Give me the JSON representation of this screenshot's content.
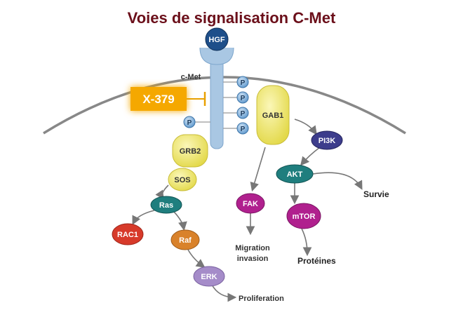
{
  "title": "Voies de signalisation C-Met",
  "receptor": {
    "ligand": "HGF",
    "name": "c-Met",
    "phospho": "P"
  },
  "inhibitor": "X-379",
  "nodes": {
    "gab1": "GAB1",
    "pi3k": "PI3K",
    "akt": "AKT",
    "mtor": "mTOR",
    "fak": "FAK",
    "grb2": "GRB2",
    "sos": "SOS",
    "ras": "Ras",
    "rac1": "RAC1",
    "raf": "Raf",
    "erk": "ERK"
  },
  "outcomes": {
    "survie": "Survie",
    "proteines": "Protéines",
    "migration_1": "Migration",
    "migration_2": "invasion",
    "proliferation": "Proliferation"
  },
  "colors": {
    "title": "#6b0f1a",
    "receptor": "#a9c7e3",
    "phospho": "#6fa8dc",
    "inhibitor": "#f5a800",
    "yellow": "#f0e96a",
    "teal": "#1f7e7e",
    "purple": "#3d3d8c",
    "magenta": "#b0208e",
    "red": "#d73a2a",
    "orange": "#d9822b",
    "lilac": "#a58cc9"
  }
}
